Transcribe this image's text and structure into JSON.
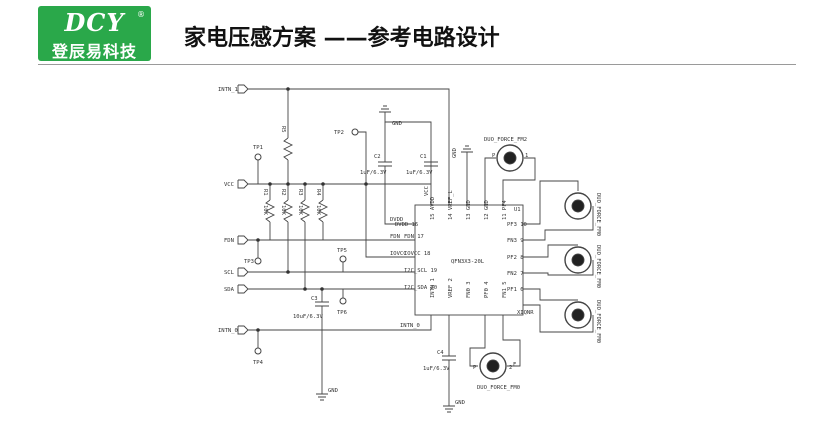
{
  "header": {
    "logo_brand": "DCY",
    "logo_reg": "®",
    "logo_cn": "登辰易科技",
    "title": "家电压感方案 ——参考电路设计",
    "accent": "#2aa84a"
  },
  "schematic": {
    "ic": {
      "part": "QFN3X3-20L",
      "ref": "U1",
      "pins_left": [
        "DVDD 16",
        "FDN 17",
        "IOVCC 18",
        "I2C_SCL 19",
        "I2C_SDA 20"
      ],
      "pins_right": [
        "PF3 10",
        "FN3 9",
        "PF2 8",
        "FN2 7",
        "PF1 6"
      ],
      "pins_top": [
        "15 AVDD",
        "14 VREF_L",
        "13 GND",
        "12 GND",
        "11 PF4",
        "PF4"
      ],
      "pins_bottom": [
        "INTN 1",
        "VREF 2",
        "FN0 3",
        "PF0 4",
        "FN1 5"
      ],
      "label_xiqnr": "XIQNR"
    },
    "nets": {
      "intn_1": "INTN_1",
      "vcc": "VCC",
      "fdn": "FDN",
      "scl": "SCL",
      "sda": "SDA",
      "intn_0": "INTN_0",
      "intn_0_net": "INTN_0",
      "dvdd": "DVDD",
      "fdn_net": "FDN",
      "iovcc": "IOVCC",
      "gnd_top": "GND",
      "gnd_c3": "GND",
      "gnd_c4": "GND",
      "gnd_ic": "GND",
      "vcc_ic": "VCC"
    },
    "testpoints": [
      "TP1",
      "TP2",
      "TP3",
      "TP4",
      "TP5",
      "TP6"
    ],
    "resistors": [
      "R5",
      "R1",
      "R2",
      "R3",
      "R4"
    ],
    "resistor_values": [
      "10K",
      "10K",
      "10K",
      "10K"
    ],
    "capacitors": {
      "c1": {
        "ref": "C1",
        "value": "1uF/6.3V"
      },
      "c2": {
        "ref": "C2",
        "value": "1uF/6.3V"
      },
      "c3": {
        "ref": "C3",
        "value": "10uF/6.3V"
      },
      "c4": {
        "ref": "C4",
        "value": "1uF/6.3V"
      }
    },
    "sensors": {
      "fm2": "DUO_FORCE_FM2",
      "fm0": "DUO_FORCE_FM0",
      "fm1": "DUO_FORCE_FM0",
      "fm3": "DUO_FORCE_FM0",
      "fm4": "DUO_FORCE_FM0"
    },
    "sensor_pins": [
      "1",
      "2",
      "P",
      "F"
    ]
  }
}
